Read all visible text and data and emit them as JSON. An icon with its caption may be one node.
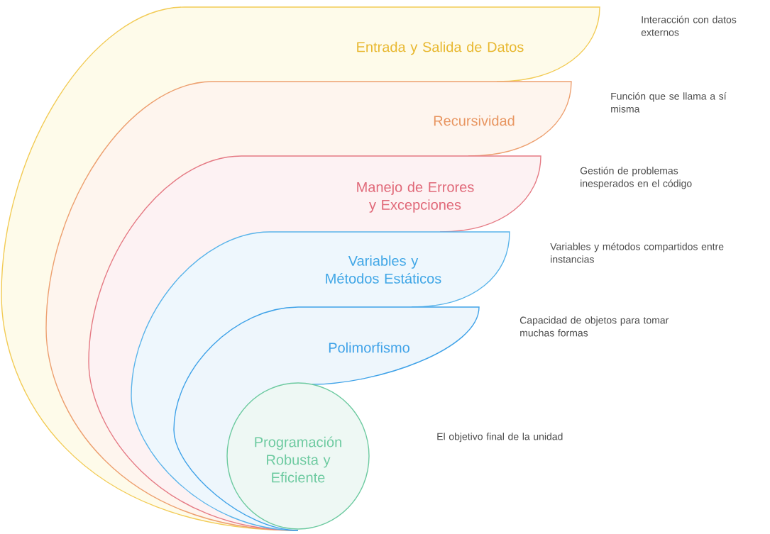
{
  "diagram": {
    "nodes": [
      {
        "text": [
          "Entrada y Salida de Datos"
        ]
      },
      {
        "text": [
          "Recursividad"
        ],
        "in": 0
      },
      {
        "text": [
          "Manejo de Errores y Excepciones"
        ],
        "in": 1
      },
      {
        "text": [
          "Variables y Métodos Estáticos"
        ],
        "in": 2
      },
      {
        "text": [
          "Polimorfismo"
        ],
        "in": 3
      },
      {
        "text": [
          "Programación Robusta y Eficiente"
        ],
        "in": 4
      }
    ],
    "labels": [
      "Interacción con datos externos",
      "Función que se llama a sí misma",
      "Gestión de problemas inesperados en el código",
      "Variables y métodos compartidos entre instancias",
      "Capacidad de objetos para tomar muchas formas",
      "El objetivo final de la unidad"
    ]
  }
}
